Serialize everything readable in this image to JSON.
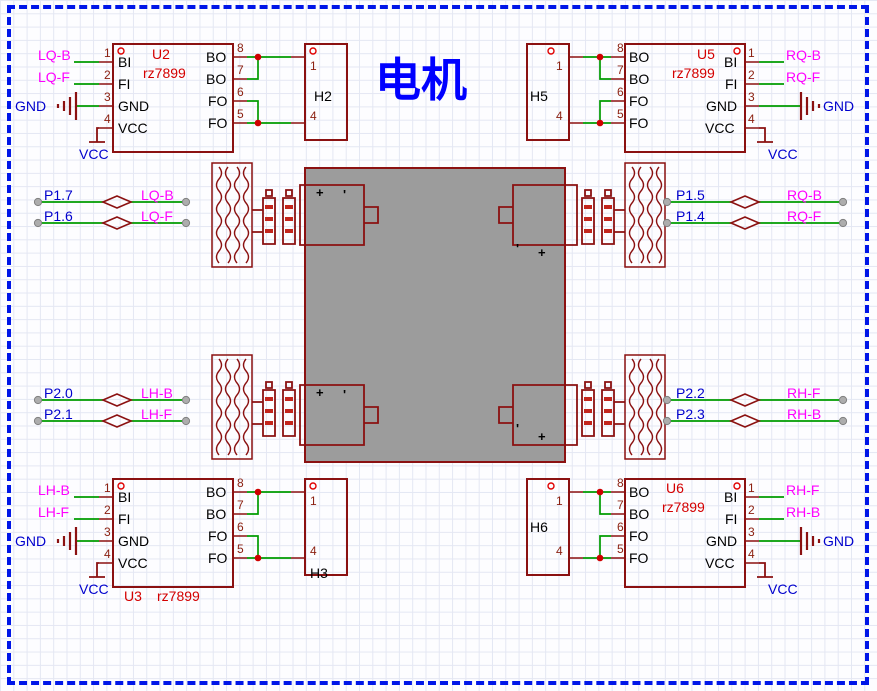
{
  "title": "电机",
  "colors": {
    "wire": "#009c00",
    "outline": "#8b1111",
    "designator": "#d40000",
    "pin_number": "#8b1f0f",
    "pin_name": "#000000",
    "net_label": "#ff00ff",
    "power_text": "#0000cd",
    "port_text": "#0000cd",
    "title_text": "#0000ff",
    "chassis_fill": "#9c9c9c",
    "junction": "#cf0000",
    "pad": "#adadad",
    "grid_line": "#e4e7f3",
    "sheet_border": "#0016e8"
  },
  "power": {
    "gnd": "GND",
    "vcc": "VCC"
  },
  "ics": {
    "u2": {
      "designator": "U2",
      "value": "rz7899",
      "inner_nums": [
        "1",
        "2",
        "3",
        "4"
      ],
      "inner_names": [
        "BI",
        "FI",
        "GND",
        "VCC"
      ],
      "outer_nums": [
        "8",
        "7",
        "6",
        "5"
      ],
      "outer_names": [
        "BO",
        "BO",
        "FO",
        "FO"
      ],
      "nets": [
        "LQ-B",
        "LQ-F"
      ]
    },
    "u3": {
      "designator": "U3",
      "value": "rz7899",
      "inner_nums": [
        "1",
        "2",
        "3",
        "4"
      ],
      "inner_names": [
        "BI",
        "FI",
        "GND",
        "VCC"
      ],
      "outer_nums": [
        "8",
        "7",
        "6",
        "5"
      ],
      "outer_names": [
        "BO",
        "BO",
        "FO",
        "FO"
      ],
      "nets": [
        "LH-B",
        "LH-F"
      ]
    },
    "u5": {
      "designator": "U5",
      "value": "rz7899",
      "inner_nums": [
        "1",
        "2",
        "3",
        "4"
      ],
      "inner_names": [
        "BI",
        "FI",
        "GND",
        "VCC"
      ],
      "outer_nums": [
        "8",
        "7",
        "6",
        "5"
      ],
      "outer_names": [
        "BO",
        "BO",
        "FO",
        "FO"
      ],
      "nets": [
        "RQ-B",
        "RQ-F"
      ]
    },
    "u6": {
      "designator": "U6",
      "value": "rz7899",
      "inner_nums": [
        "1",
        "2",
        "3",
        "4"
      ],
      "inner_names": [
        "BI",
        "FI",
        "GND",
        "VCC"
      ],
      "outer_nums": [
        "8",
        "7",
        "6",
        "5"
      ],
      "outer_names": [
        "BO",
        "BO",
        "FO",
        "FO"
      ],
      "nets": [
        "RH-F",
        "RH-B"
      ]
    }
  },
  "headers": {
    "h2": {
      "label": "H2",
      "pin_top": "1",
      "pin_bottom": "4"
    },
    "h3": {
      "label": "H3",
      "pin_top": "1",
      "pin_bottom": "4"
    },
    "h5": {
      "label": "H5",
      "pin_top": "1",
      "pin_bottom": "4"
    },
    "h6": {
      "label": "H6",
      "pin_top": "1",
      "pin_bottom": "4"
    }
  },
  "ports": {
    "left_top": [
      {
        "port": "P1.7",
        "net": "LQ-B"
      },
      {
        "port": "P1.6",
        "net": "LQ-F"
      }
    ],
    "left_bottom": [
      {
        "port": "P2.0",
        "net": "LH-B"
      },
      {
        "port": "P2.1",
        "net": "LH-F"
      }
    ],
    "right_top": [
      {
        "port": "P1.5",
        "net": "RQ-B"
      },
      {
        "port": "P1.4",
        "net": "RQ-F"
      }
    ],
    "right_bottom": [
      {
        "port": "P2.2",
        "net": "RH-F"
      },
      {
        "port": "P2.3",
        "net": "RH-B"
      }
    ]
  },
  "motor_marks": {
    "plus": "+",
    "minus": "'"
  }
}
